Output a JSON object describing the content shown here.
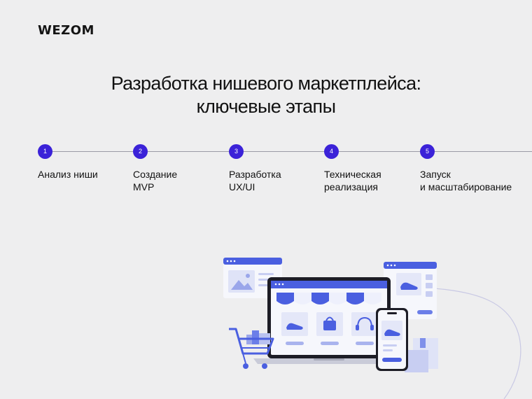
{
  "brand": {
    "logo_text": "WEZOM"
  },
  "header": {
    "title_line1": "Разработка нишевого маркетплейса:",
    "title_line2": "ключевые этапы"
  },
  "steps": [
    {
      "number": "1",
      "label_line1": "Анализ ниши",
      "label_line2": ""
    },
    {
      "number": "2",
      "label_line1": "Создание",
      "label_line2": "MVP"
    },
    {
      "number": "3",
      "label_line1": "Разработка",
      "label_line2": "UX/UI"
    },
    {
      "number": "4",
      "label_line1": "Техническая",
      "label_line2": "реализация"
    },
    {
      "number": "5",
      "label_line1": "Запуск",
      "label_line2": "и масштабирование"
    }
  ],
  "colors": {
    "accent": "#3b22d8",
    "illustration_blue": "#4a5fe0",
    "background": "#eeeeef"
  },
  "illustration": {
    "icons": [
      "browser-image-icon",
      "laptop-storefront-icon",
      "shopping-cart-icon",
      "smartphone-icon",
      "sneaker-icon",
      "handbag-icon",
      "headphones-icon",
      "boxes-icon"
    ]
  }
}
